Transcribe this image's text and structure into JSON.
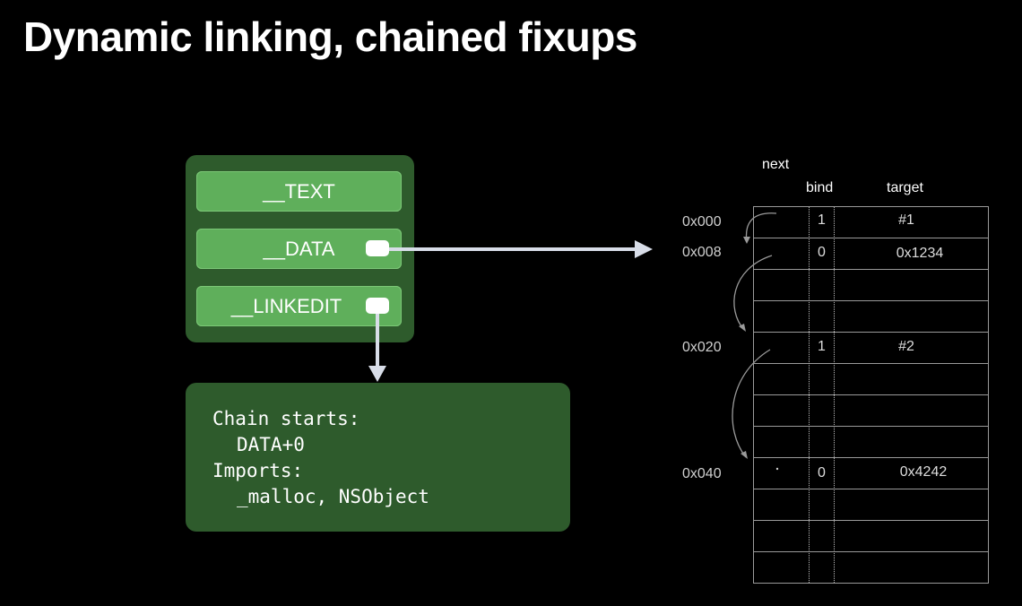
{
  "title": "Dynamic linking, chained fixups",
  "segments": [
    {
      "label": "__TEXT"
    },
    {
      "label": "__DATA"
    },
    {
      "label": "__LINKEDIT"
    }
  ],
  "info_box": {
    "line1": "Chain starts:",
    "line2": "DATA+0",
    "line3": "Imports:",
    "line4": "_malloc, NSObject"
  },
  "table": {
    "headers": {
      "next": "next",
      "bind": "bind",
      "target": "target"
    },
    "rows": [
      {
        "address": "0x000",
        "bind": "1",
        "target": "#1"
      },
      {
        "address": "0x008",
        "bind": "0",
        "target": "0x1234"
      },
      {
        "address": "0x020",
        "bind": "1",
        "target": "#2"
      },
      {
        "address": "0x040",
        "bind": "0",
        "target": "0x4242"
      }
    ]
  },
  "colors": {
    "background": "#000000",
    "segment_container": "#2e5b2c",
    "segment": "#5faf5b",
    "arrow": "#d8dde8",
    "table_line": "#9a9a9a"
  }
}
